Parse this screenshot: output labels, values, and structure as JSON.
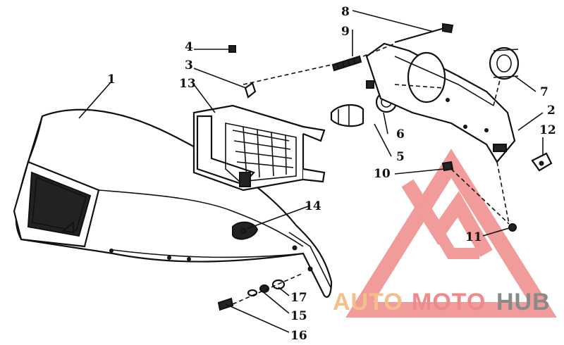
{
  "diagram": {
    "callouts": [
      {
        "id": "c1",
        "label": "1"
      },
      {
        "id": "c2",
        "label": "2"
      },
      {
        "id": "c3",
        "label": "3"
      },
      {
        "id": "c4",
        "label": "4"
      },
      {
        "id": "c5",
        "label": "5"
      },
      {
        "id": "c6",
        "label": "6"
      },
      {
        "id": "c7",
        "label": "7"
      },
      {
        "id": "c8",
        "label": "8"
      },
      {
        "id": "c9",
        "label": "9"
      },
      {
        "id": "c10",
        "label": "10"
      },
      {
        "id": "c11",
        "label": "11"
      },
      {
        "id": "c12",
        "label": "12"
      },
      {
        "id": "c13",
        "label": "13"
      },
      {
        "id": "c14",
        "label": "14"
      },
      {
        "id": "c15",
        "label": "15"
      },
      {
        "id": "c16",
        "label": "16"
      },
      {
        "id": "c17",
        "label": "17"
      }
    ]
  },
  "watermark": {
    "part1": "AUTO",
    "part2": "MOTO",
    "part3": "HUB",
    "colors": {
      "auto": "#f3c08a",
      "moto": "#f08a8a",
      "hub": "#8a8a8a",
      "logo": "#f08a8a"
    }
  }
}
